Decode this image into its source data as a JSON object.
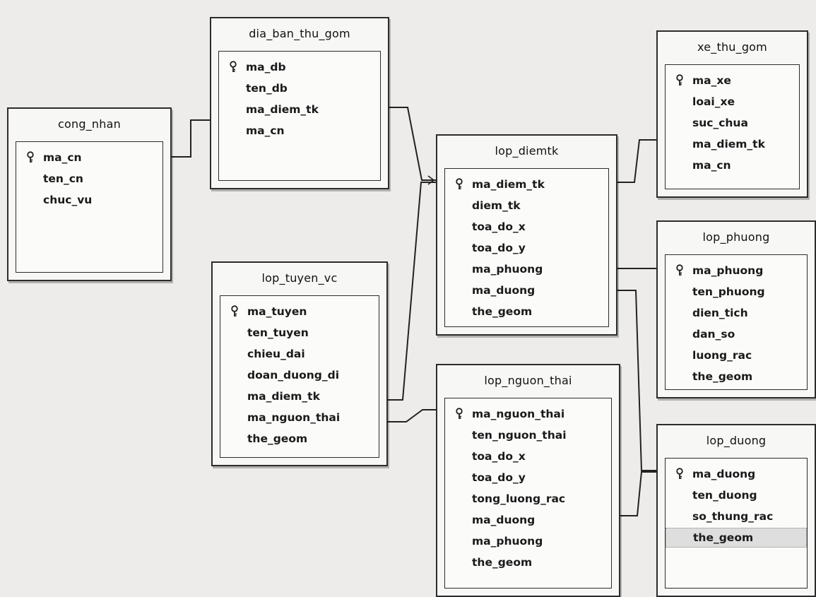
{
  "tables": {
    "cong_nhan": {
      "title": "cong_nhan",
      "fields": [
        {
          "name": "ma_cn",
          "pk": true
        },
        {
          "name": "ten_cn"
        },
        {
          "name": "chuc_vu"
        }
      ]
    },
    "dia_ban_thu_gom": {
      "title": "dia_ban_thu_gom",
      "fields": [
        {
          "name": "ma_db",
          "pk": true
        },
        {
          "name": "ten_db"
        },
        {
          "name": "ma_diem_tk"
        },
        {
          "name": "ma_cn"
        }
      ]
    },
    "lop_tuyen_vc": {
      "title": "lop_tuyen_vc",
      "fields": [
        {
          "name": "ma_tuyen",
          "pk": true
        },
        {
          "name": "ten_tuyen"
        },
        {
          "name": "chieu_dai"
        },
        {
          "name": "doan_duong_di"
        },
        {
          "name": "ma_diem_tk"
        },
        {
          "name": "ma_nguon_thai"
        },
        {
          "name": "the_geom"
        }
      ]
    },
    "lop_diemtk": {
      "title": "lop_diemtk",
      "fields": [
        {
          "name": "ma_diem_tk",
          "pk": true
        },
        {
          "name": "diem_tk"
        },
        {
          "name": "toa_do_x"
        },
        {
          "name": "toa_do_y"
        },
        {
          "name": "ma_phuong"
        },
        {
          "name": "ma_duong"
        },
        {
          "name": "the_geom"
        }
      ]
    },
    "lop_nguon_thai": {
      "title": "lop_nguon_thai",
      "fields": [
        {
          "name": "ma_nguon_thai",
          "pk": true
        },
        {
          "name": "ten_nguon_thai"
        },
        {
          "name": "toa_do_x"
        },
        {
          "name": "toa_do_y"
        },
        {
          "name": "tong_luong_rac"
        },
        {
          "name": "ma_duong"
        },
        {
          "name": "ma_phuong"
        },
        {
          "name": "the_geom"
        }
      ]
    },
    "xe_thu_gom": {
      "title": "xe_thu_gom",
      "fields": [
        {
          "name": "ma_xe",
          "pk": true
        },
        {
          "name": "loai_xe"
        },
        {
          "name": "suc_chua"
        },
        {
          "name": "ma_diem_tk"
        },
        {
          "name": "ma_cn"
        }
      ]
    },
    "lop_phuong": {
      "title": "lop_phuong",
      "fields": [
        {
          "name": "ma_phuong",
          "pk": true
        },
        {
          "name": "ten_phuong"
        },
        {
          "name": "dien_tich"
        },
        {
          "name": "dan_so"
        },
        {
          "name": "luong_rac"
        },
        {
          "name": "the_geom"
        }
      ]
    },
    "lop_duong": {
      "title": "lop_duong",
      "fields": [
        {
          "name": "ma_duong",
          "pk": true
        },
        {
          "name": "ten_duong"
        },
        {
          "name": "so_thung_rac"
        },
        {
          "name": "the_geom",
          "selected": true
        }
      ]
    }
  }
}
